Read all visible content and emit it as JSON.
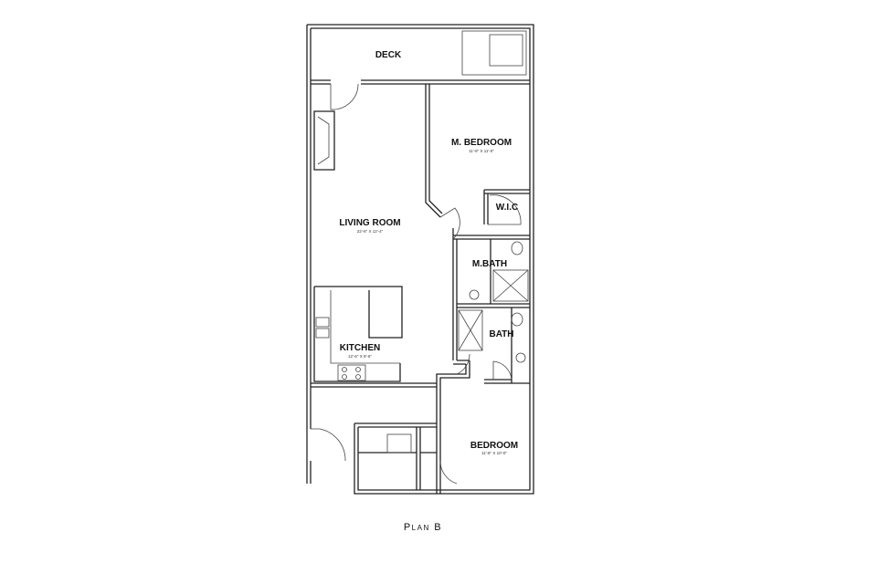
{
  "plan": {
    "caption": "Plan B",
    "rooms": {
      "deck": {
        "name": "DECK"
      },
      "master_bedroom": {
        "name": "M. BEDROOM",
        "size": "11'-8\" X 11'-0\""
      },
      "wic": {
        "name": "W.I.C"
      },
      "living_room": {
        "name": "LIVING ROOM",
        "size": "22'-6\" X 12'-4\""
      },
      "master_bath": {
        "name": "M.BATH"
      },
      "bath": {
        "name": "BATH"
      },
      "kitchen": {
        "name": "KITCHEN",
        "size": "12'-6\" X 9'-6\""
      },
      "bedroom": {
        "name": "BEDROOM",
        "size": "11'-8\" X 10'-0\""
      }
    }
  }
}
